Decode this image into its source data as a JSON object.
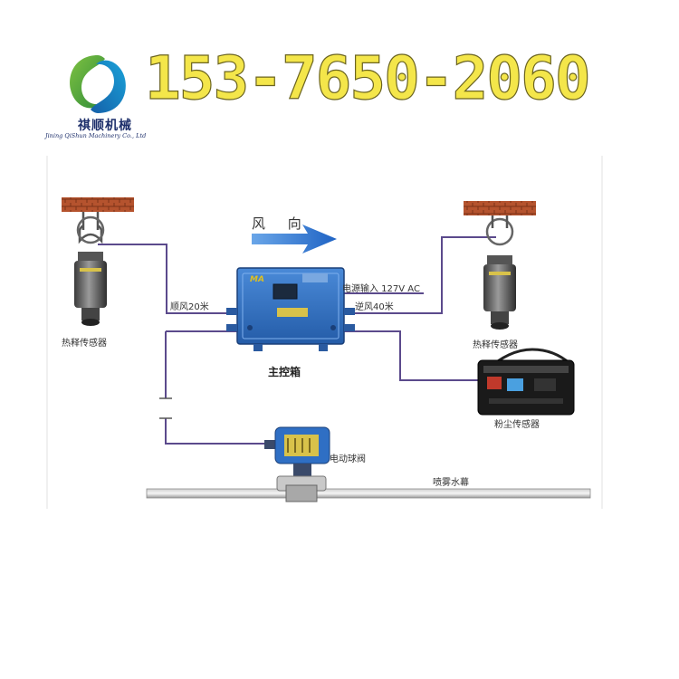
{
  "header": {
    "phone": "153-7650-2060",
    "logo_cn": "祺顺机械",
    "logo_en": "Jining QiShun Machinery Co., Ltd"
  },
  "diagram": {
    "wind_direction": "风 向",
    "power_input": "电源输入 127V AC",
    "downwind": "顺风20米",
    "upwind": "逆风40米",
    "heat_sensor_left": "热释传感器",
    "heat_sensor_right": "热释传感器",
    "main_box": "主控箱",
    "box_badge": "MA",
    "dust_sensor": "粉尘传感器",
    "ball_valve": "电动球阀",
    "spray_curtain": "喷雾水幕"
  },
  "colors": {
    "phone_fill": "#f4e64a",
    "wire": "#5b4a8c",
    "box": "#2f6fc4",
    "arrow": "#2f74d0",
    "brick": "#b5532e"
  }
}
